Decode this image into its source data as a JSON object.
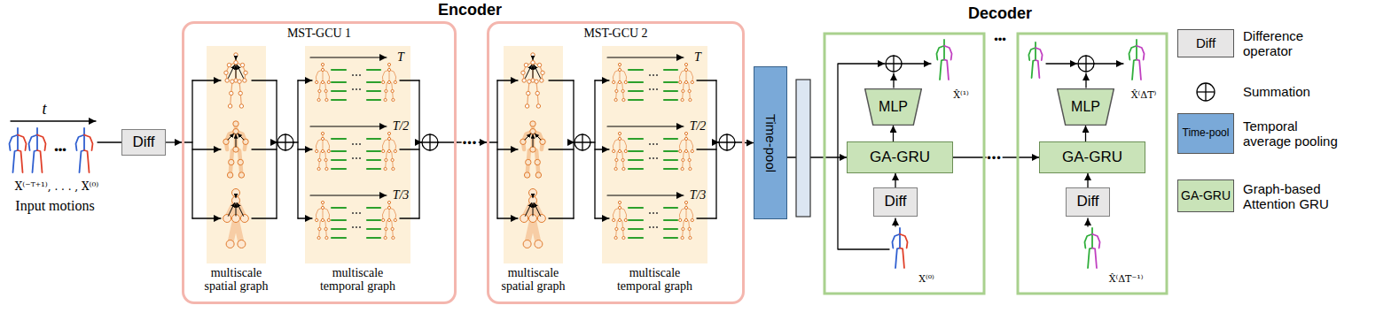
{
  "diagram": {
    "nodes": [
      {
        "text": [
          "Diff"
        ]
      },
      {
        "text": [
          "MST-GCU 1"
        ]
      },
      {
        "text": [
          "multiscale spatial graph"
        ],
        "in": 1
      },
      {
        "text": [
          "multiscale temporal graph"
        ],
        "in": 1
      },
      {
        "text": [
          "MST-GCU 2"
        ]
      },
      {
        "text": [
          "multiscale spatial graph"
        ],
        "in": 4
      },
      {
        "text": [
          "multiscale temporal graph"
        ],
        "in": 4
      },
      {
        "text": [
          "Time-pool"
        ]
      },
      {
        "text": [
          "MLP"
        ]
      },
      {
        "text": [
          "GA-GRU"
        ]
      },
      {
        "text": [
          "Diff"
        ]
      },
      {
        "text": [
          "MLP"
        ]
      },
      {
        "text": [
          "GA-GRU"
        ]
      },
      {
        "text": [
          "Diff"
        ]
      }
    ],
    "edges": [
      {
        "from": 0,
        "to": 1,
        "arrow": "to"
      },
      {
        "from": 1,
        "to": 4,
        "arrow": "to",
        "label": "•••"
      },
      {
        "from": 4,
        "to": 7,
        "arrow": "to"
      },
      {
        "from": 7,
        "to": 9,
        "arrow": "to"
      },
      {
        "from": 10,
        "to": 9,
        "arrow": "to"
      },
      {
        "from": 9,
        "to": 8,
        "arrow": "to"
      },
      {
        "from": 9,
        "to": 12,
        "arrow": "to",
        "label": "•••"
      },
      {
        "from": 13,
        "to": 12,
        "arrow": "to"
      },
      {
        "from": 12,
        "to": 11,
        "arrow": "to"
      }
    ],
    "labels": [
      "Encoder",
      "Decoder",
      "t",
      "•••",
      "X⁽⁻ᵀ⁺¹⁾, . . . , X⁽⁰⁾",
      "Input motions",
      "T",
      "T/2",
      "T/3",
      "T",
      "T/2",
      "T/3",
      "X̂⁽¹⁾",
      "X⁽⁰⁾",
      "•••",
      "X̂⁽ΔT⁾",
      "X̂⁽ΔT⁻¹⁾",
      "Diff",
      "Time-pool",
      "GA-GRU"
    ],
    "legend": [
      {
        "text": "Difference operator",
        "color": "#e7e6e6"
      },
      {
        "text": "Summation"
      },
      {
        "text": "Temporal average pooling",
        "color": "#7aa9d8"
      },
      {
        "text": "Graph-based Attention GRU",
        "color": "#c9e3b8"
      }
    ]
  }
}
